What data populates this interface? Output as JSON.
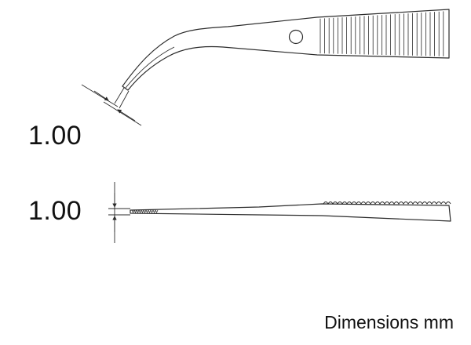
{
  "drawing": {
    "top_view_dimension": "1.00",
    "side_view_dimension": "1.00",
    "units_label": "Dimensions mm",
    "line_color": "#2b2b2b"
  }
}
